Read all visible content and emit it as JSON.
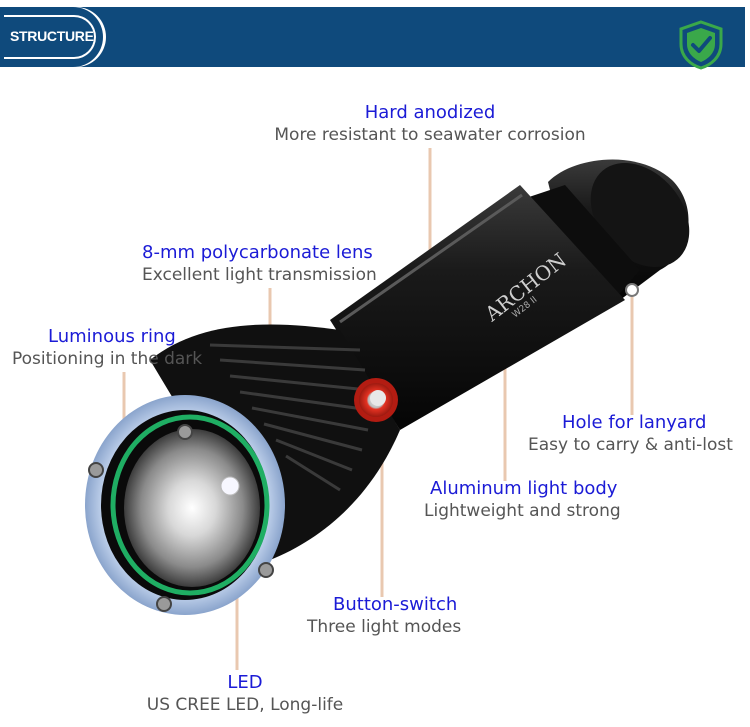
{
  "header": {
    "badge_label": "STRUCTURE",
    "shield_icon": "shield-check-icon",
    "colors": {
      "bar": "#0f4a7c",
      "shield": "#3aa84a"
    }
  },
  "product": {
    "brand_mark": "ARCHON",
    "model_mark": "W28 II"
  },
  "callouts": {
    "hard_anodized": {
      "title": "Hard anodized",
      "desc": "More resistant to seawater corrosion"
    },
    "lens": {
      "title": "8-mm polycarbonate lens",
      "desc": "Excellent light transmission"
    },
    "luminous_ring": {
      "title": "Luminous ring",
      "desc": "Positioning in the dark"
    },
    "lanyard_hole": {
      "title": "Hole for lanyard",
      "desc": "Easy to carry & anti-lost"
    },
    "aluminum_body": {
      "title": "Aluminum light body",
      "desc": "Lightweight and strong"
    },
    "button_switch": {
      "title": "Button-switch",
      "desc": "Three light modes"
    },
    "led": {
      "title": "LED",
      "desc": "US CREE LED, Long-life"
    }
  },
  "colors": {
    "title_text": "#1b1bd6",
    "desc_text": "#555555",
    "leader_line": "#e9c8b0"
  }
}
